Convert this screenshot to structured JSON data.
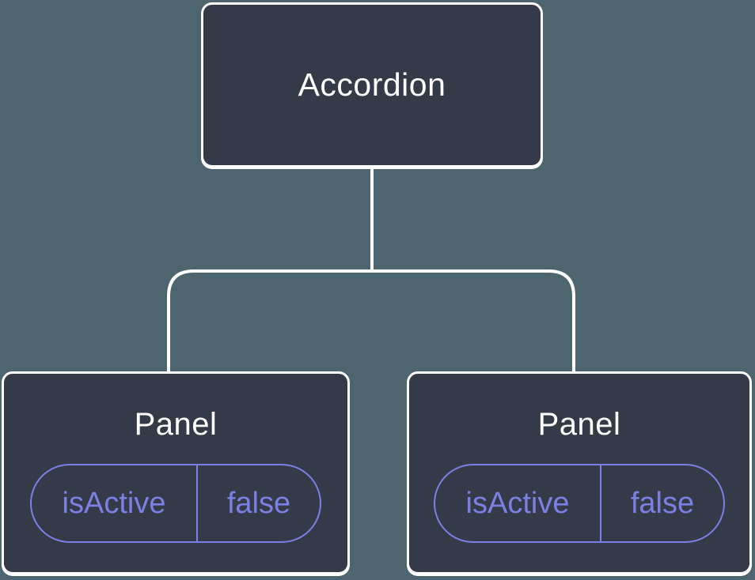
{
  "diagram": {
    "type": "component-tree",
    "root": {
      "label": "Accordion"
    },
    "children": [
      {
        "label": "Panel",
        "state": {
          "key": "isActive",
          "value": "false"
        }
      },
      {
        "label": "Panel",
        "state": {
          "key": "isActive",
          "value": "false"
        }
      }
    ]
  },
  "colors": {
    "background": "#4D656E",
    "node_fill": "#343A47",
    "node_border": "#FFFFFF",
    "node_text": "#FFFFFF",
    "state_accent": "#7B80E5",
    "connector": "#FFFFFF"
  }
}
